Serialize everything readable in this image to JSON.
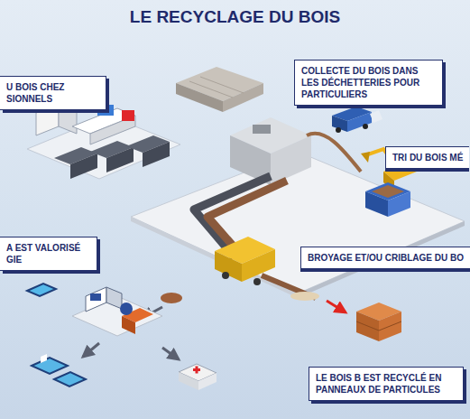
{
  "diagram": {
    "title": "LE RECYCLAGE DU BOIS",
    "nodes": [
      {
        "text": [
          "U BOIS CHEZ SIONNELS"
        ]
      },
      {
        "text": [
          "COLLECTE DU BOIS DANS LES DÉCHETTERIES POUR PARTICULIERS"
        ]
      },
      {
        "text": [
          "TRI DU BOIS MÉ"
        ]
      },
      {
        "text": [
          "A EST VALORISÉ GIE"
        ]
      },
      {
        "text": [
          "BROYAGE ET/OU CRIBLAGE DU BO"
        ]
      },
      {
        "text": [
          "LE BOIS B EST RECYCLÉ EN PANNEAUX DE PARTICULES"
        ]
      }
    ]
  }
}
